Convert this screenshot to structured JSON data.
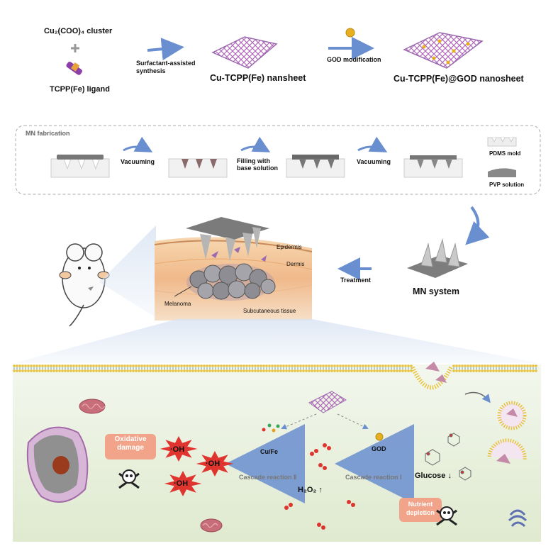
{
  "synthesis": {
    "cluster_label": "Cu₂(COO)₄ cluster",
    "ligand_label": "TCPP(Fe) ligand",
    "step1_label": "Surfactant-assisted synthesis",
    "nanosheet_label": "Cu-TCPP(Fe) nansheet",
    "step2_label": "GOD modification",
    "final_label": "Cu-TCPP(Fe)@GOD nanosheet"
  },
  "mn_fabrication": {
    "title": "MN fabrication",
    "step1": "Vacuuming",
    "step2_line1": "Filling with",
    "step2_line2": "base solution",
    "step3": "Vacuuming",
    "legend_pdms": "PDMS mold",
    "legend_pvp": "PVP solution"
  },
  "treatment": {
    "epidermis": "Epidermis",
    "dermis": "Dermis",
    "melanoma": "Melanoma",
    "subcutaneous": "Subcutaneous tissue",
    "treatment_label": "Treatment",
    "mn_system": "MN system"
  },
  "mechanism": {
    "oxidative_line1": "Oxidative",
    "oxidative_line2": "damage",
    "oh": "·OH",
    "cufe": "Cu/Fe",
    "god": "GOD",
    "cascade2": "Cascade reaction Ⅱ",
    "cascade1": "Cascade reaction Ⅰ",
    "h2o2": "H₂O₂ ↑",
    "glucose": "Glucose ↓",
    "nutrient_line1": "Nutrient",
    "nutrient_line2": "depletion"
  },
  "colors": {
    "arrow_blue": "#6a8fd0",
    "box_orange": "#f2a48a",
    "oh_red": "#e0342f",
    "sheet_purple": "#9b6ab0",
    "skin_orange": "#f3c79a",
    "cell_bg": "#e9f1e0"
  }
}
